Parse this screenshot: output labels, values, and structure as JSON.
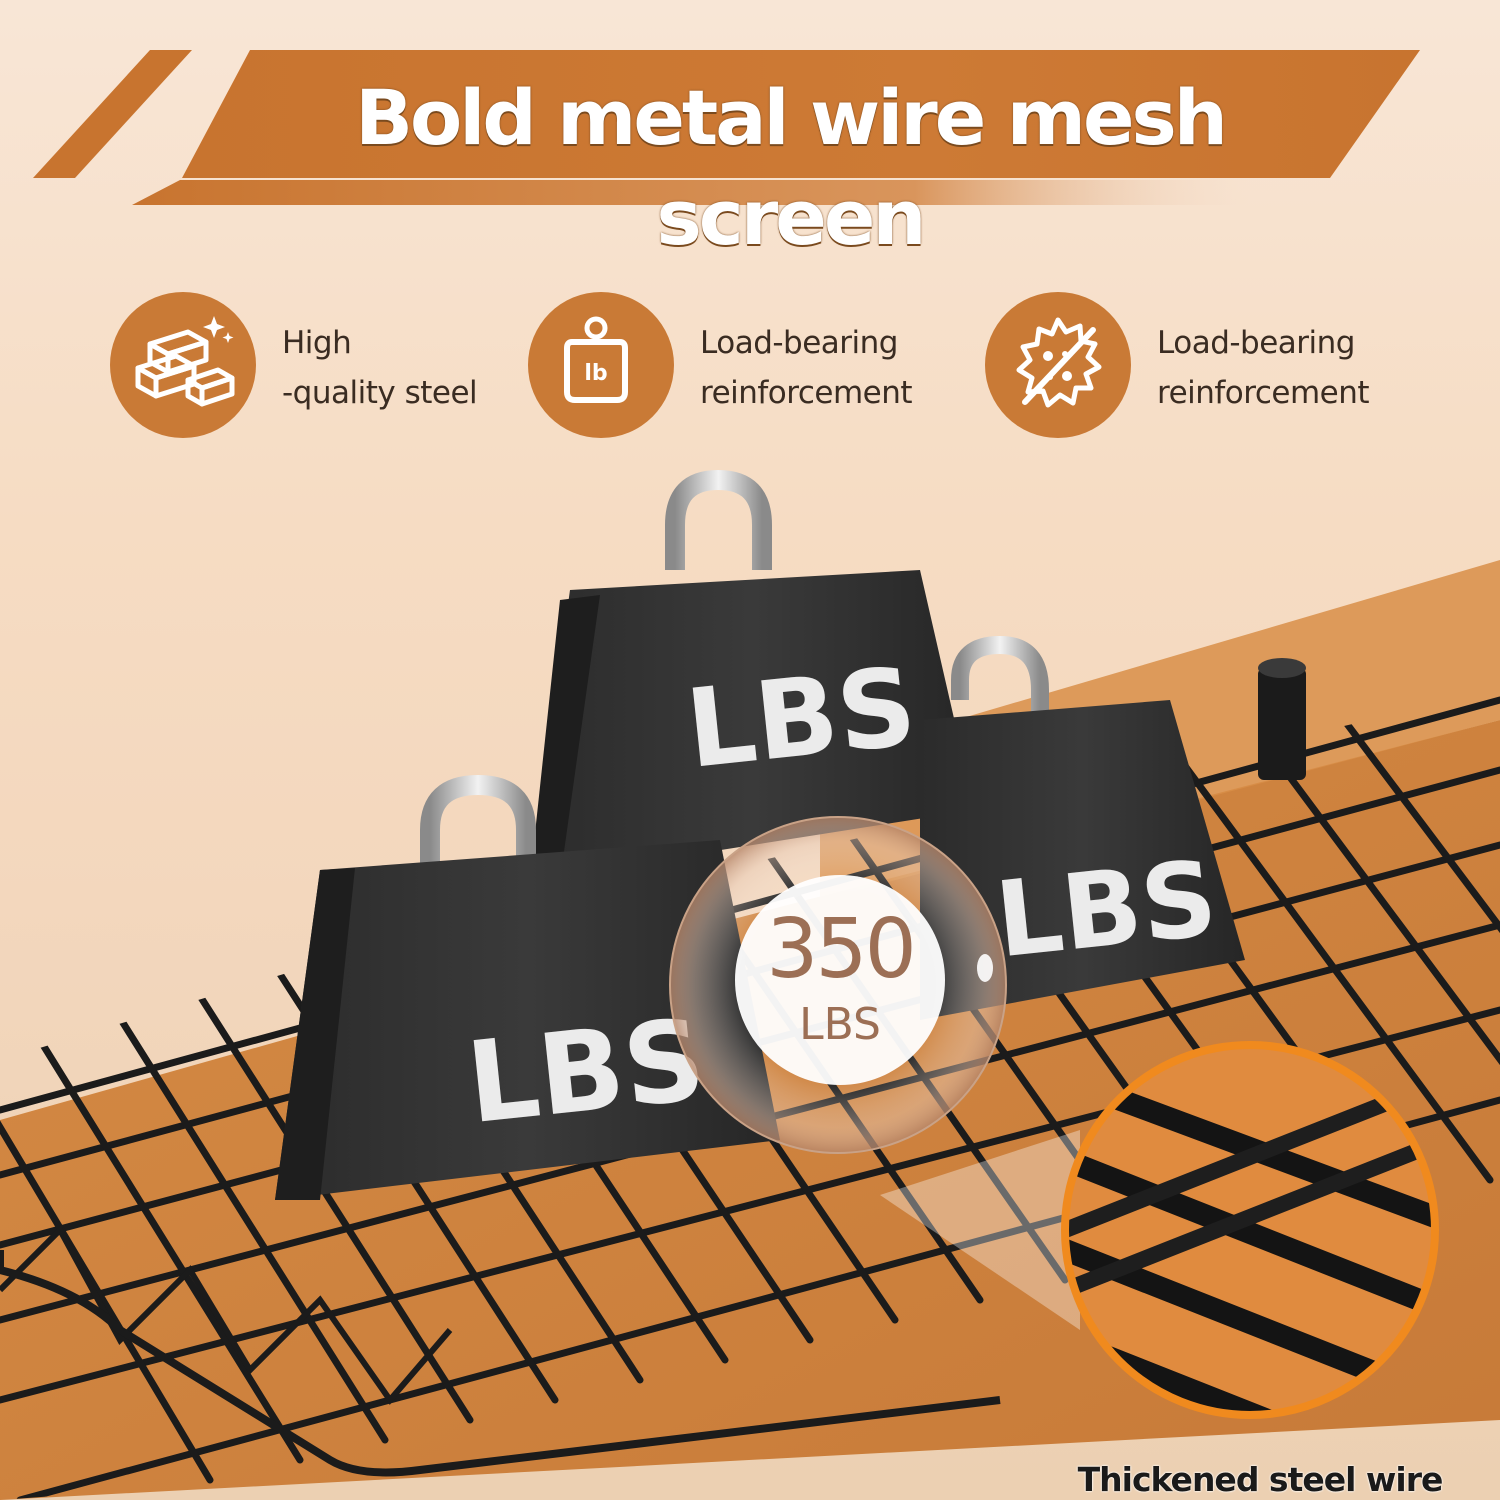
{
  "header": {
    "title": "Bold metal wire mesh screen"
  },
  "features": [
    {
      "icon": "gold-bars-icon",
      "line1": "High",
      "line2": "-quality steel"
    },
    {
      "icon": "weight-lb-icon",
      "line1": "Load-bearing",
      "line2": "reinforcement",
      "icon_label": "lb"
    },
    {
      "icon": "no-rust-icon",
      "line1": "Load-bearing",
      "line2": "reinforcement"
    }
  ],
  "weights": {
    "label": "LBS"
  },
  "badge": {
    "value": "350",
    "unit": "LBS"
  },
  "zoom": {
    "caption": "Thickened steel wire"
  },
  "colors": {
    "accent": "#c97a36",
    "wire": "#1b1b1b",
    "board": "#cf8540",
    "background": "#f6dcc3"
  }
}
